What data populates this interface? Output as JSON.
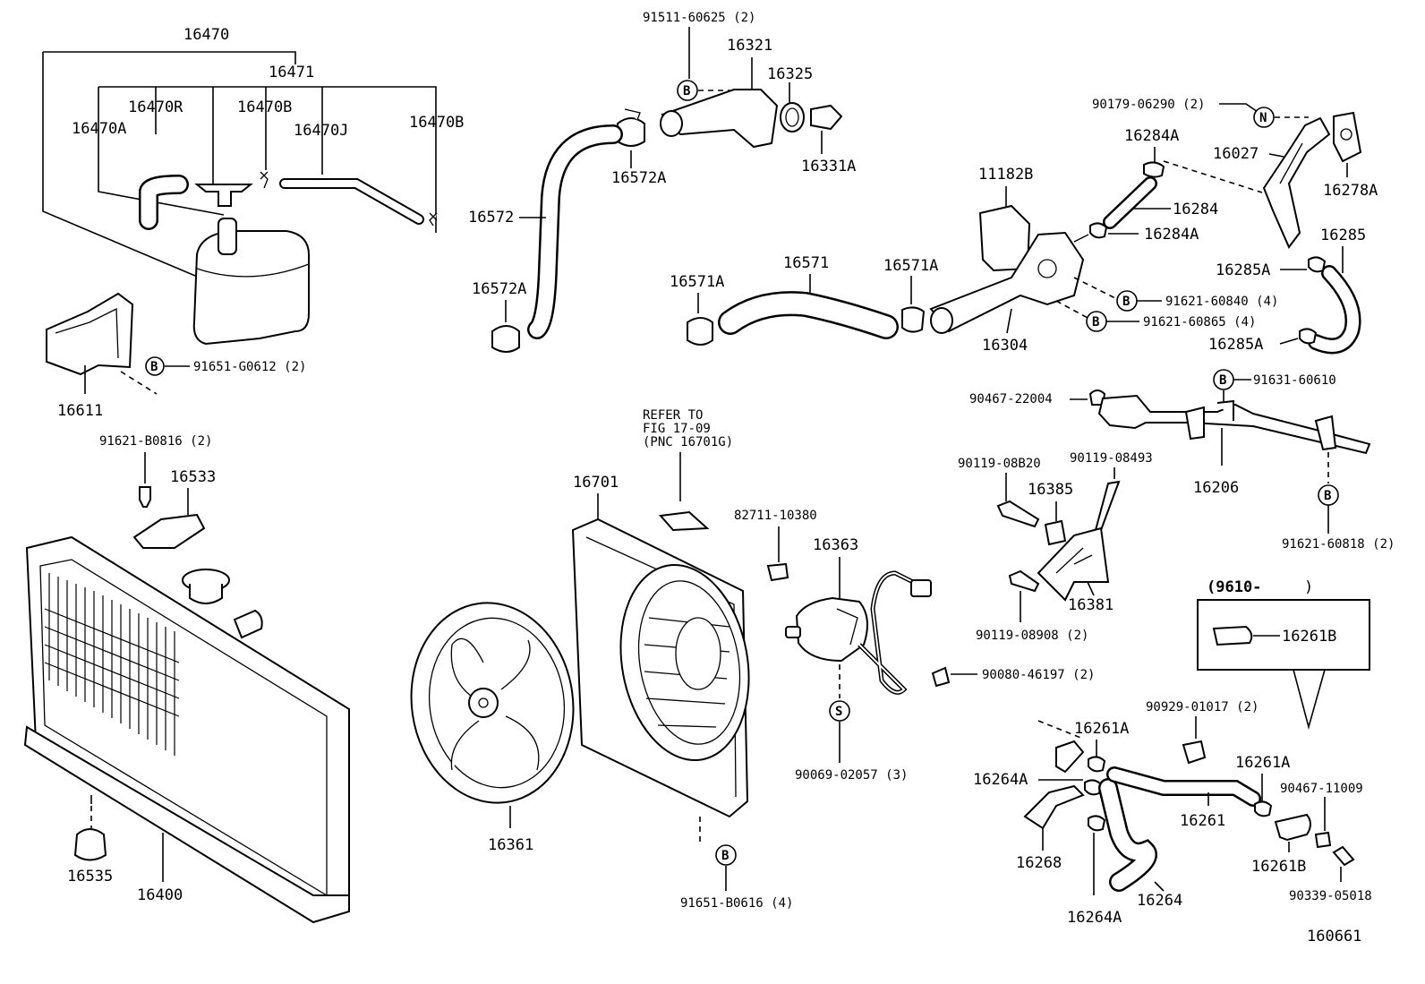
{
  "diagram_id": "160661",
  "part_numbers": {
    "p16470": "16470",
    "p16471": "16471",
    "p16470R": "16470R",
    "p16470A": "16470A",
    "p16470B_cap": "16470B",
    "p16470J": "16470J",
    "p16470B_end": "16470B",
    "p16611": "16611",
    "p16533": "16533",
    "p16535": "16535",
    "p16400": "16400",
    "p16321": "16321",
    "p16325": "16325",
    "p16331A": "16331A",
    "p16572A_top": "16572A",
    "p16572": "16572",
    "p16572A_bot": "16572A",
    "p16571A_left": "16571A",
    "p16571": "16571",
    "p16571A_right": "16571A",
    "p11182B": "11182B",
    "p16304": "16304",
    "p16284A_top": "16284A",
    "p16284": "16284",
    "p16284A_bot": "16284A",
    "p16027": "16027",
    "p16278A": "16278A",
    "p16285": "16285",
    "p16285A_top": "16285A",
    "p16285A_bot": "16285A",
    "p16206": "16206",
    "p16385": "16385",
    "p16381": "16381",
    "p16701": "16701",
    "p16363": "16363",
    "p16361": "16361",
    "p16261B_box": "16261B",
    "p16261A_left": "16261A",
    "p16264A_top": "16264A",
    "p16268": "16268",
    "p16264A_bot": "16264A",
    "p16264": "16264",
    "p16261": "16261",
    "p16261A_right": "16261A",
    "p16261B_bot": "16261B"
  },
  "hardware": {
    "h91511": "91511-60625 (2)",
    "h91651_G0612": "91651-G0612 (2)",
    "h91621_B0816": "91621-B0816 (2)",
    "h90179": "90179-06290 (2)",
    "h91621_60840": "91621-60840 (4)",
    "h91621_60865": "91621-60865 (4)",
    "h90467_22004": "90467-22004",
    "h91631": "91631-60610",
    "h90119_08B20": "90119-08B20",
    "h90119_08493": "90119-08493",
    "h91621_60818": "91621-60818 (2)",
    "h90119_08908": "90119-08908 (2)",
    "h82711": "82711-10380",
    "h90080": "90080-46197 (2)",
    "h90069": "90069-02057 (3)",
    "h91651_B0616": "91651-B0616 (4)",
    "h90929": "90929-01017 (2)",
    "h90467_11009": "90467-11009",
    "h90339": "90339-05018"
  },
  "notes": {
    "refer_line1": "REFER TO",
    "refer_line2": "FIG 17-09",
    "refer_line3": "(PNC 16701G)",
    "box_title": "(9610-",
    "box_title_end": ")"
  },
  "badges": {
    "b": "B",
    "n": "N",
    "s": "S"
  }
}
